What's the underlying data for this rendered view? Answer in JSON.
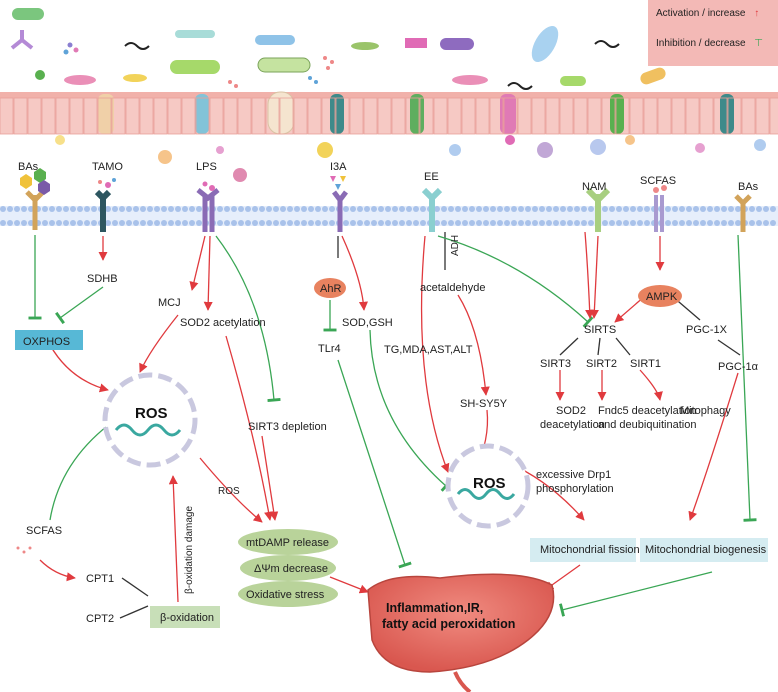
{
  "legend": {
    "activation": "Activation / increase",
    "inhibition": "Inhibition / decrease",
    "activation_color": "#e03a3e",
    "inhibition_color": "#3aa655"
  },
  "receptors": {
    "bas_left": "BAs",
    "tamo": "TAMO",
    "lps": "LPS",
    "i3a": "I3A",
    "ee": "EE",
    "nam": "NAM",
    "scfas_top": "SCFAS",
    "bas_right": "BAs"
  },
  "nodes": {
    "sdhb": "SDHB",
    "oxphos": "OXPHOS",
    "mcj": "MCJ",
    "sod2_acetylation": "SOD2 acetylation",
    "sirt3_depletion": "SIRT3 depletion",
    "ahr": "AhR",
    "tlr4": "TLr4",
    "sod_gsh": "SOD,GSH",
    "adh": "ADH",
    "acetaldehyde": "acetaldehyde",
    "tg_mda": "TG,MDA,AST,ALT",
    "sh_sy5y": "SH-SY5Y",
    "sirts": "SIRTS",
    "ampk": "AMPK",
    "pgc1x": "PGC-1X",
    "pgc1a": "PGC-1α",
    "sirt3": "SIRT3",
    "sirt2": "SIRT2",
    "sirt1": "SIRT1",
    "sod2_deacetylation_1": "SOD2",
    "sod2_deacetylation_2": "deacetylation",
    "fndc5_1": "Fndc5 deacetylation",
    "fndc5_2": "and deubiquitination",
    "mitophagy": "Mitophagy",
    "drp1_1": "excessive Drp1",
    "drp1_2": "phosphorylation",
    "mito_fission": "Mitochondrial fission",
    "mito_biogenesis": "Mitochondrial biogenesis",
    "ros_left": "ROS",
    "ros_right": "ROS",
    "ros_edge": "ROS",
    "scfas_left": "SCFAS",
    "cpt1": "CPT1",
    "cpt2": "CPT2",
    "beta_oxidation": "β-oxidation",
    "beta_damage": "β-oxidation damage",
    "mtdamp": "mtDAMP release",
    "dpsi": "ΔΨm decrease",
    "oxstress": "Oxidative stress",
    "liver_1": "Inflammation,IR,",
    "liver_2": "fatty acid peroxidation"
  }
}
